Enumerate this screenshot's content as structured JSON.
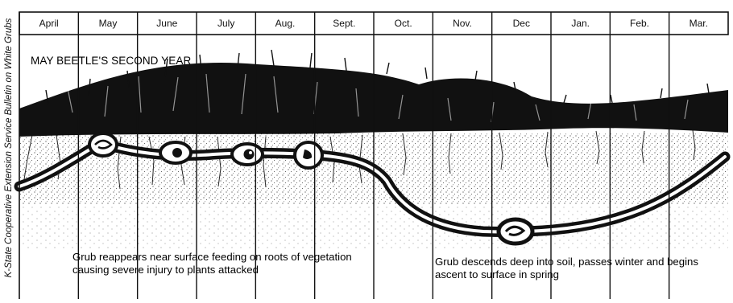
{
  "side_credit": "K-State Cooperative Extension Service Bulletin on White Grubs",
  "months": [
    "April",
    "May",
    "June",
    "July",
    "Aug.",
    "Sept.",
    "Oct.",
    "Nov.",
    "Dec",
    "Jan.",
    "Feb.",
    "Mar."
  ],
  "title": "MAY BEETLE'S SECOND YEAR",
  "caption_surface": [
    "Grub reappears near surface feeding on roots of vegetation",
    "causing severe injury to plants attacked"
  ],
  "caption_deep": [
    "Grub descends deep into soil, passes winter and begins",
    "ascent to surface in spring"
  ],
  "colors": {
    "ink": "#111111",
    "paper": "#ffffff"
  }
}
